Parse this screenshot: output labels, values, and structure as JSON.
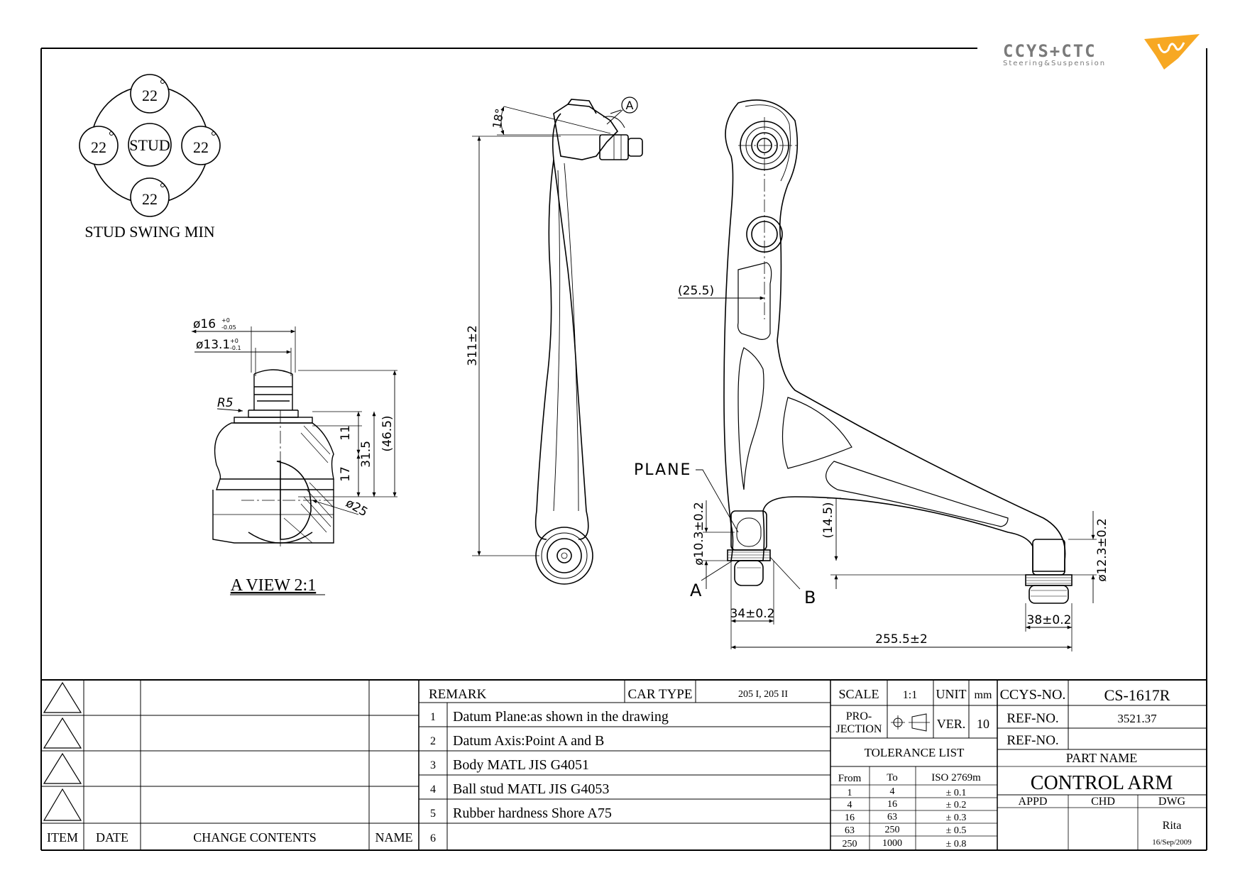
{
  "logo": {
    "name": "CCYS+CTC",
    "tagline": "Steering&Suspension",
    "accent": "#f7a823",
    "text_color": "#7a7a7a"
  },
  "swing": {
    "center": "STUD",
    "angles": [
      "22",
      "22",
      "22",
      "22"
    ],
    "caption": "STUD SWING MIN"
  },
  "a_view": {
    "caption": "A VIEW 2:1",
    "d16": "ø16",
    "d16_tol_up": "+0",
    "d16_tol_down": "-0.05",
    "d131": "ø13.1",
    "d131_tol_up": "+0",
    "d131_tol_down": "-0.1",
    "r5": "R5",
    "dim_11": "11",
    "dim_17": "17",
    "dim_315": "31.5",
    "dim_465": "(46.5)",
    "ball": "ø25"
  },
  "side_view": {
    "angle": "18°",
    "callout": "A",
    "length": "311±2"
  },
  "front_view": {
    "dim_255_paren": "(25.5)",
    "plane": "PLANE",
    "hole_a": "ø10.3±0.2",
    "dim_145": "(14.5)",
    "label_a": "A",
    "label_b": "B",
    "hole_b": "ø12.3±0.2",
    "width_a": "34±0.2",
    "width_b": "38±0.2",
    "span": "255.5±2"
  },
  "revision": {
    "headers": [
      "ITEM",
      "DATE",
      "CHANGE CONTENTS",
      "NAME"
    ]
  },
  "remark": {
    "title": "REMARK",
    "car_type_label": "CAR TYPE",
    "car_type_value": "205 I, 205 II",
    "items": [
      {
        "no": "1",
        "text": "Datum Plane:as shown in the drawing"
      },
      {
        "no": "2",
        "text": "Datum Axis:Point A and B"
      },
      {
        "no": "3",
        "text": "Body MATL JIS G4051"
      },
      {
        "no": "4",
        "text": "Ball stud MATL JIS G4053"
      },
      {
        "no": "5",
        "text": "Rubber hardness Shore A75"
      },
      {
        "no": "6",
        "text": ""
      }
    ]
  },
  "spec": {
    "scale_label": "SCALE",
    "scale_value": "1:1",
    "unit_label": "UNIT",
    "unit_value": "mm",
    "projection_label_1": "PRO-",
    "projection_label_2": "JECTION",
    "ver_label": "VER.",
    "ver_value": "10",
    "tolerance_title": "TOLERANCE LIST",
    "tol_headers": [
      "From",
      "To",
      "ISO 2769m"
    ],
    "tolerances": [
      {
        "from": "1",
        "to": "4",
        "tol": "± 0.1"
      },
      {
        "from": "4",
        "to": "16",
        "tol": "± 0.2"
      },
      {
        "from": "16",
        "to": "63",
        "tol": "± 0.3"
      },
      {
        "from": "63",
        "to": "250",
        "tol": "± 0.5"
      },
      {
        "from": "250",
        "to": "1000",
        "tol": "± 0.8"
      }
    ]
  },
  "title_block": {
    "ccys_label": "CCYS-NO.",
    "ccys_value": "CS-1617R",
    "ref_label": "REF-NO.",
    "ref_value": "3521.37",
    "ref2_label": "REF-NO.",
    "ref2_value": "",
    "part_name_label": "PART NAME",
    "part_name": "CONTROL ARM",
    "appd": "APPD",
    "chd": "CHD",
    "dwg": "DWG",
    "drawn_by": "Rita",
    "date": "16/Sep/2009"
  }
}
